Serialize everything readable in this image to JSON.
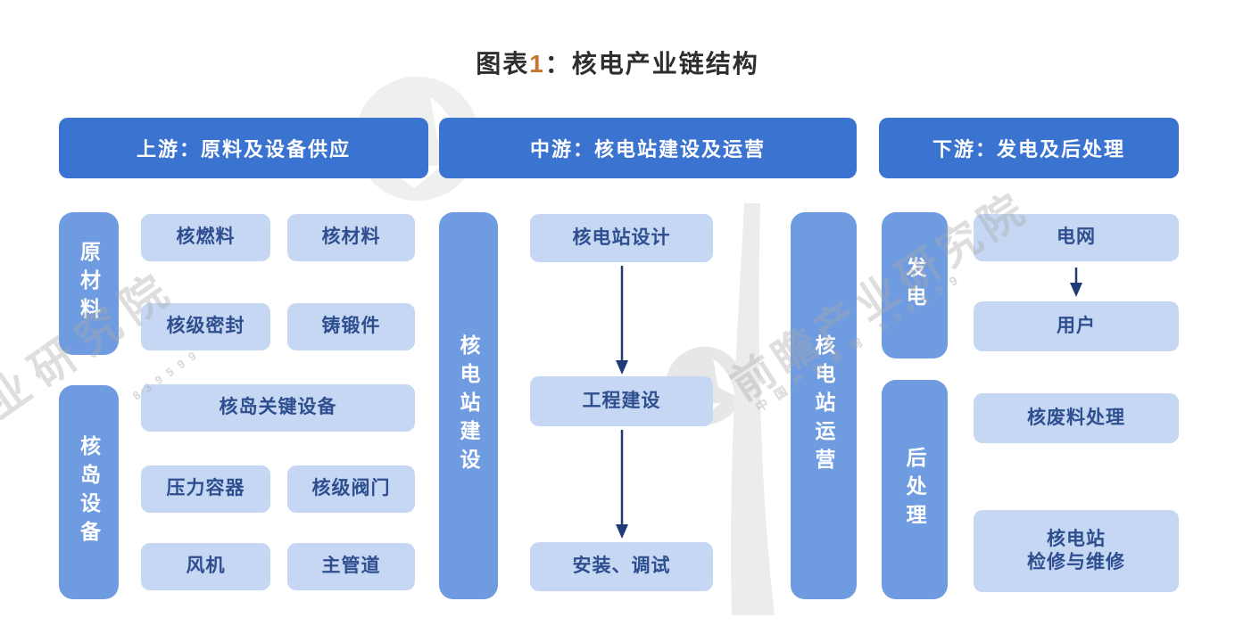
{
  "title": {
    "part1": "图表",
    "number": "1",
    "part2": "：核电产业链结构"
  },
  "columns": [
    {
      "id": "upstream",
      "header": "上游：原料及设备供应",
      "groups": [
        {
          "side_label": "原材料",
          "boxes": [
            "核燃料",
            "核材料",
            "核级密封",
            "铸锻件"
          ]
        },
        {
          "side_label": "核岛设备",
          "boxes": [
            "核岛关键设备",
            "压力容器",
            "核级阀门",
            "风机",
            "主管道"
          ]
        }
      ]
    },
    {
      "id": "midstream",
      "header": "中游：核电站建设及运营",
      "build_bar": "核电站建设",
      "operate_bar": "核电站运营",
      "flow": [
        "核电站设计",
        "工程建设",
        "安装、调试"
      ]
    },
    {
      "id": "downstream",
      "header": "下游：发电及后处理",
      "groups": [
        {
          "side_label": "发电",
          "boxes": [
            "电网",
            "用户"
          ]
        },
        {
          "side_label": "后处理",
          "boxes": [
            "核废料处理"
          ],
          "multiline_box": {
            "line1": "核电站",
            "line2": "检修与维修"
          }
        }
      ]
    }
  ],
  "watermarks": {
    "brand_text": "前瞻产业研究院",
    "brand_text_left": "业研究院",
    "subtext": "中国产业咨询 839599",
    "subtext_left": "839599"
  },
  "colors": {
    "header_bg": "#3b73d0",
    "side_bar_bg": "#6f9be1",
    "box_bg": "#c5d7f2",
    "box_text": "#2e4e8f",
    "header_text": "#ffffff",
    "arrow": "#1f3a74",
    "title_number": "#c4752e",
    "title_text": "#2e2e2e",
    "watermark_gray": "#d9d9d9"
  }
}
